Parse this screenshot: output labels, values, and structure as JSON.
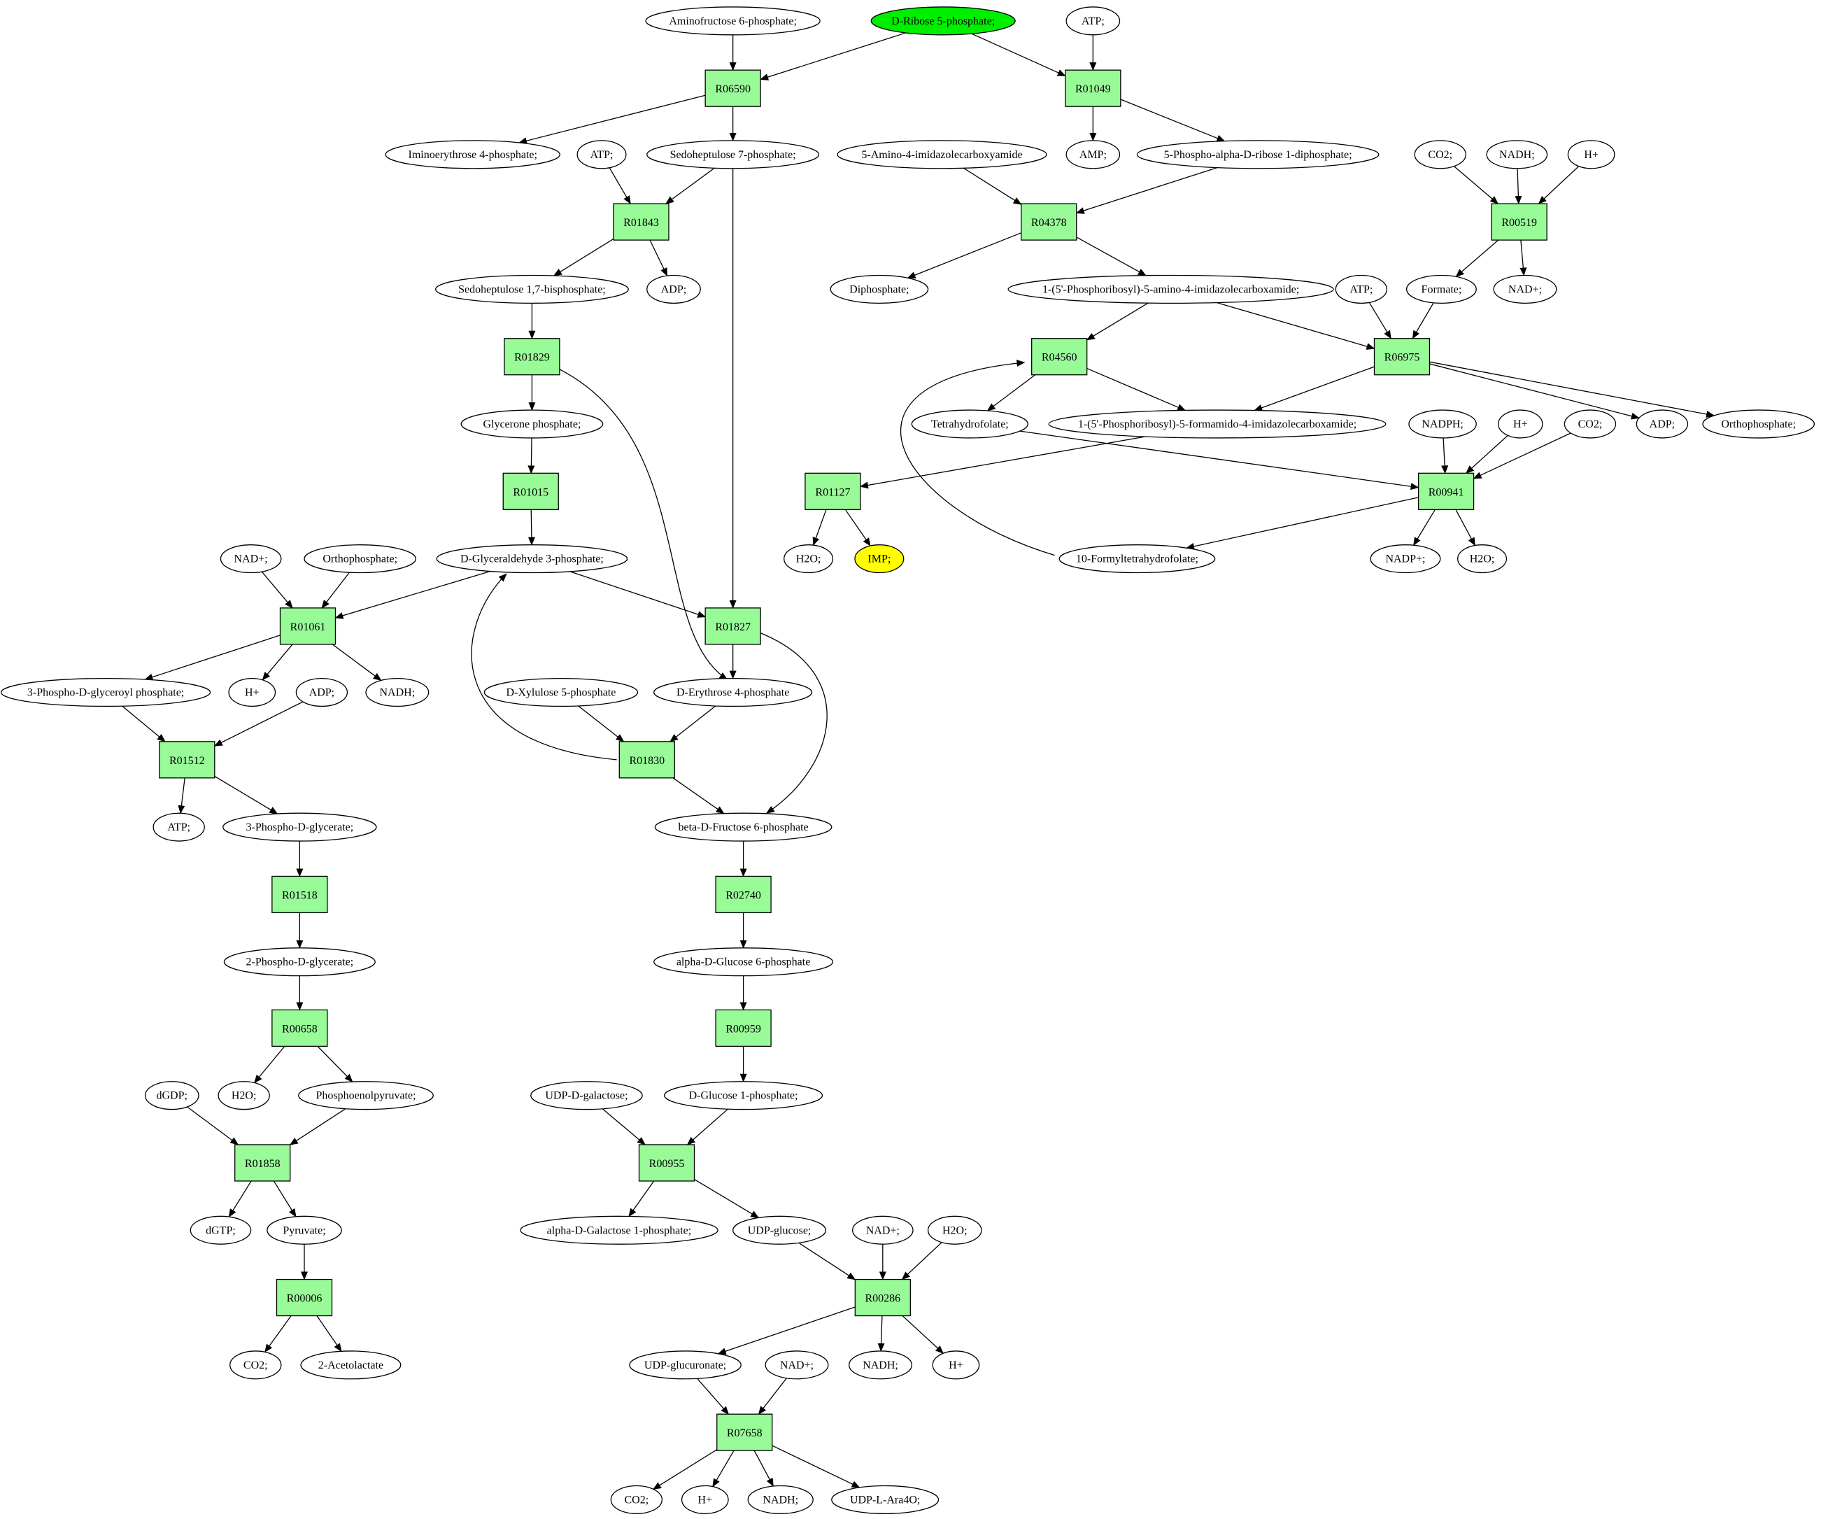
{
  "diagram": {
    "colors": {
      "reaction_fill": "#98fb98",
      "start_fill": "#00ee00",
      "target_fill": "#ffff00",
      "compound_fill": "#ffffff",
      "stroke": "#000000"
    },
    "compounds": [
      {
        "id": "c_aminofructose6p",
        "label": "Aminofructose 6-phosphate;"
      },
      {
        "id": "c_ribose5p",
        "label": "D-Ribose 5-phosphate;",
        "role": "start"
      },
      {
        "id": "c_atp_top",
        "label": "ATP;"
      },
      {
        "id": "c_iminoerythrose4p",
        "label": "Iminoerythrose 4-phosphate;"
      },
      {
        "id": "c_atp_r01843",
        "label": "ATP;"
      },
      {
        "id": "c_sedoheptulose7p",
        "label": "Sedoheptulose 7-phosphate;"
      },
      {
        "id": "c_aicarboxamide",
        "label": "5-Amino-4-imidazolecarboxyamide"
      },
      {
        "id": "c_amp",
        "label": "AMP;"
      },
      {
        "id": "c_prpp",
        "label": "5-Phospho-alpha-D-ribose 1-diphosphate;"
      },
      {
        "id": "c_co2_r00519",
        "label": "CO2;"
      },
      {
        "id": "c_nadh_r00519",
        "label": "NADH;"
      },
      {
        "id": "c_h_r00519",
        "label": "H+"
      },
      {
        "id": "c_sedoheptulose17bp",
        "label": "Sedoheptulose 1,7-bisphosphate;"
      },
      {
        "id": "c_adp_r01843",
        "label": "ADP;"
      },
      {
        "id": "c_diphosphate",
        "label": "Diphosphate;"
      },
      {
        "id": "c_aicar",
        "label": "1-(5'-Phosphoribosyl)-5-amino-4-imidazolecarboxamide;"
      },
      {
        "id": "c_atp_r06975",
        "label": "ATP;"
      },
      {
        "id": "c_formate",
        "label": "Formate;"
      },
      {
        "id": "c_nadplus_r00519",
        "label": "NAD+;"
      },
      {
        "id": "c_glyceronep",
        "label": "Glycerone phosphate;"
      },
      {
        "id": "c_thf",
        "label": "Tetrahydrofolate;"
      },
      {
        "id": "c_faicar",
        "label": "1-(5'-Phosphoribosyl)-5-formamido-4-imidazolecarboxamide;"
      },
      {
        "id": "c_nadph",
        "label": "NADPH;"
      },
      {
        "id": "c_h_r00941",
        "label": "H+"
      },
      {
        "id": "c_co2_r00941",
        "label": "CO2;"
      },
      {
        "id": "c_adp_r06975",
        "label": "ADP;"
      },
      {
        "id": "c_orthophosphate_r06975",
        "label": "Orthophosphate;"
      },
      {
        "id": "c_nadplus_r01061",
        "label": "NAD+;"
      },
      {
        "id": "c_orthophosphate_r01061",
        "label": "Orthophosphate;"
      },
      {
        "id": "c_g3p",
        "label": "D-Glyceraldehyde 3-phosphate;"
      },
      {
        "id": "c_h2o_r01127",
        "label": "H2O;"
      },
      {
        "id": "c_imp",
        "label": "IMP;",
        "role": "target"
      },
      {
        "id": "c_formylthf",
        "label": "10-Formyltetrahydrofolate;"
      },
      {
        "id": "c_nadpplus",
        "label": "NADP+;"
      },
      {
        "id": "c_h2o_r00941",
        "label": "H2O;"
      },
      {
        "id": "c_3pdglyceroylp",
        "label": "3-Phospho-D-glyceroyl phosphate;"
      },
      {
        "id": "c_h_r01061",
        "label": "H+"
      },
      {
        "id": "c_adp_r01512",
        "label": "ADP;"
      },
      {
        "id": "c_nadh_r01061",
        "label": "NADH;"
      },
      {
        "id": "c_xylulose5p",
        "label": "D-Xylulose 5-phosphate"
      },
      {
        "id": "c_erythrose4p",
        "label": "D-Erythrose 4-phosphate"
      },
      {
        "id": "c_atp_r01512",
        "label": "ATP;"
      },
      {
        "id": "c_3pdglycerate",
        "label": "3-Phospho-D-glycerate;"
      },
      {
        "id": "c_fructose6p",
        "label": "beta-D-Fructose 6-phosphate"
      },
      {
        "id": "c_2pdglycerate",
        "label": "2-Phospho-D-glycerate;"
      },
      {
        "id": "c_glucose6p",
        "label": "alpha-D-Glucose 6-phosphate"
      },
      {
        "id": "c_dgdp",
        "label": "dGDP;"
      },
      {
        "id": "c_h2o_r00658",
        "label": "H2O;"
      },
      {
        "id": "c_pep",
        "label": "Phosphoenolpyruvate;"
      },
      {
        "id": "c_udpgalactose",
        "label": "UDP-D-galactose;"
      },
      {
        "id": "c_glucose1p",
        "label": "D-Glucose 1-phosphate;"
      },
      {
        "id": "c_dgtp",
        "label": "dGTP;"
      },
      {
        "id": "c_pyruvate",
        "label": "Pyruvate;"
      },
      {
        "id": "c_galactose1p",
        "label": "alpha-D-Galactose 1-phosphate;"
      },
      {
        "id": "c_udpglucose",
        "label": "UDP-glucose;"
      },
      {
        "id": "c_nadplus_r00286",
        "label": "NAD+;"
      },
      {
        "id": "c_h2o_r00286",
        "label": "H2O;"
      },
      {
        "id": "c_co2_r00006",
        "label": "CO2;"
      },
      {
        "id": "c_acetolactate",
        "label": "2-Acetolactate"
      },
      {
        "id": "c_udpglucuronate",
        "label": "UDP-glucuronate;"
      },
      {
        "id": "c_nadplus_r07658",
        "label": "NAD+;"
      },
      {
        "id": "c_nadh_r00286",
        "label": "NADH;"
      },
      {
        "id": "c_h_r00286",
        "label": "H+"
      },
      {
        "id": "c_co2_r07658",
        "label": "CO2;"
      },
      {
        "id": "c_h_r07658",
        "label": "H+"
      },
      {
        "id": "c_nadh_r07658",
        "label": "NADH;"
      },
      {
        "id": "c_udpara4o",
        "label": "UDP-L-Ara4O;"
      }
    ],
    "reactions": [
      {
        "id": "R06590",
        "label": "R06590"
      },
      {
        "id": "R01049",
        "label": "R01049"
      },
      {
        "id": "R01843",
        "label": "R01843"
      },
      {
        "id": "R04378",
        "label": "R04378"
      },
      {
        "id": "R00519",
        "label": "R00519"
      },
      {
        "id": "R01829",
        "label": "R01829"
      },
      {
        "id": "R04560",
        "label": "R04560"
      },
      {
        "id": "R06975",
        "label": "R06975"
      },
      {
        "id": "R01015",
        "label": "R01015"
      },
      {
        "id": "R01127",
        "label": "R01127"
      },
      {
        "id": "R00941",
        "label": "R00941"
      },
      {
        "id": "R01061",
        "label": "R01061"
      },
      {
        "id": "R01827",
        "label": "R01827"
      },
      {
        "id": "R01512",
        "label": "R01512"
      },
      {
        "id": "R01830",
        "label": "R01830"
      },
      {
        "id": "R01518",
        "label": "R01518"
      },
      {
        "id": "R02740",
        "label": "R02740"
      },
      {
        "id": "R00658",
        "label": "R00658"
      },
      {
        "id": "R00959",
        "label": "R00959"
      },
      {
        "id": "R01858",
        "label": "R01858"
      },
      {
        "id": "R00955",
        "label": "R00955"
      },
      {
        "id": "R00006",
        "label": "R00006"
      },
      {
        "id": "R00286",
        "label": "R00286"
      },
      {
        "id": "R07658",
        "label": "R07658"
      }
    ],
    "edges": [
      [
        "c_aminofructose6p",
        "R06590"
      ],
      [
        "c_ribose5p",
        "R06590"
      ],
      [
        "R06590",
        "c_iminoerythrose4p"
      ],
      [
        "R06590",
        "c_sedoheptulose7p"
      ],
      [
        "c_ribose5p",
        "R01049"
      ],
      [
        "c_atp_top",
        "R01049"
      ],
      [
        "R01049",
        "c_amp"
      ],
      [
        "R01049",
        "c_prpp"
      ],
      [
        "c_atp_r01843",
        "R01843"
      ],
      [
        "c_sedoheptulose7p",
        "R01843"
      ],
      [
        "R01843",
        "c_sedoheptulose17bp"
      ],
      [
        "R01843",
        "c_adp_r01843"
      ],
      [
        "c_aicarboxamide",
        "R04378"
      ],
      [
        "c_prpp",
        "R04378"
      ],
      [
        "R04378",
        "c_diphosphate"
      ],
      [
        "R04378",
        "c_aicar"
      ],
      [
        "c_co2_r00519",
        "R00519"
      ],
      [
        "c_nadh_r00519",
        "R00519"
      ],
      [
        "c_h_r00519",
        "R00519"
      ],
      [
        "R00519",
        "c_formate"
      ],
      [
        "R00519",
        "c_nadplus_r00519"
      ],
      [
        "c_sedoheptulose17bp",
        "R01829"
      ],
      [
        "R01829",
        "c_glyceronep"
      ],
      [
        "R01829",
        "c_erythrose4p"
      ],
      [
        "c_aicar",
        "R04560"
      ],
      [
        "c_formylthf",
        "R04560"
      ],
      [
        "R04560",
        "c_thf"
      ],
      [
        "R04560",
        "c_faicar"
      ],
      [
        "c_aicar",
        "R06975"
      ],
      [
        "c_atp_r06975",
        "R06975"
      ],
      [
        "c_formate",
        "R06975"
      ],
      [
        "R06975",
        "c_faicar"
      ],
      [
        "R06975",
        "c_adp_r06975"
      ],
      [
        "R06975",
        "c_orthophosphate_r06975"
      ],
      [
        "c_glyceronep",
        "R01015"
      ],
      [
        "R01015",
        "c_g3p"
      ],
      [
        "c_faicar",
        "R01127"
      ],
      [
        "R01127",
        "c_h2o_r01127"
      ],
      [
        "R01127",
        "c_imp"
      ],
      [
        "c_thf",
        "R00941"
      ],
      [
        "c_nadph",
        "R00941"
      ],
      [
        "c_h_r00941",
        "R00941"
      ],
      [
        "c_co2_r00941",
        "R00941"
      ],
      [
        "R00941",
        "c_formylthf"
      ],
      [
        "R00941",
        "c_nadpplus"
      ],
      [
        "R00941",
        "c_h2o_r00941"
      ],
      [
        "c_nadplus_r01061",
        "R01061"
      ],
      [
        "c_orthophosphate_r01061",
        "R01061"
      ],
      [
        "c_g3p",
        "R01061"
      ],
      [
        "R01061",
        "c_3pdglyceroylp"
      ],
      [
        "R01061",
        "c_h_r01061"
      ],
      [
        "R01061",
        "c_nadh_r01061"
      ],
      [
        "c_g3p",
        "R01827"
      ],
      [
        "c_sedoheptulose7p",
        "R01827"
      ],
      [
        "R01827",
        "c_erythrose4p"
      ],
      [
        "R01827",
        "c_fructose6p"
      ],
      [
        "c_3pdglyceroylp",
        "R01512"
      ],
      [
        "c_adp_r01512",
        "R01512"
      ],
      [
        "R01512",
        "c_atp_r01512"
      ],
      [
        "R01512",
        "c_3pdglycerate"
      ],
      [
        "c_xylulose5p",
        "R01830"
      ],
      [
        "c_erythrose4p",
        "R01830"
      ],
      [
        "R01830",
        "c_g3p"
      ],
      [
        "R01830",
        "c_fructose6p"
      ],
      [
        "c_3pdglycerate",
        "R01518"
      ],
      [
        "R01518",
        "c_2pdglycerate"
      ],
      [
        "c_fructose6p",
        "R02740"
      ],
      [
        "R02740",
        "c_glucose6p"
      ],
      [
        "c_2pdglycerate",
        "R00658"
      ],
      [
        "R00658",
        "c_h2o_r00658"
      ],
      [
        "R00658",
        "c_pep"
      ],
      [
        "c_glucose6p",
        "R00959"
      ],
      [
        "R00959",
        "c_glucose1p"
      ],
      [
        "c_dgdp",
        "R01858"
      ],
      [
        "c_pep",
        "R01858"
      ],
      [
        "R01858",
        "c_dgtp"
      ],
      [
        "R01858",
        "c_pyruvate"
      ],
      [
        "c_udpgalactose",
        "R00955"
      ],
      [
        "c_glucose1p",
        "R00955"
      ],
      [
        "R00955",
        "c_galactose1p"
      ],
      [
        "R00955",
        "c_udpglucose"
      ],
      [
        "c_pyruvate",
        "R00006"
      ],
      [
        "R00006",
        "c_co2_r00006"
      ],
      [
        "R00006",
        "c_acetolactate"
      ],
      [
        "c_udpglucose",
        "R00286"
      ],
      [
        "c_nadplus_r00286",
        "R00286"
      ],
      [
        "c_h2o_r00286",
        "R00286"
      ],
      [
        "R00286",
        "c_udpglucuronate"
      ],
      [
        "R00286",
        "c_nadh_r00286"
      ],
      [
        "R00286",
        "c_h_r00286"
      ],
      [
        "c_udpglucuronate",
        "R07658"
      ],
      [
        "c_nadplus_r07658",
        "R07658"
      ],
      [
        "R07658",
        "c_co2_r07658"
      ],
      [
        "R07658",
        "c_h_r07658"
      ],
      [
        "R07658",
        "c_nadh_r07658"
      ],
      [
        "R07658",
        "c_udpara4o"
      ]
    ]
  }
}
